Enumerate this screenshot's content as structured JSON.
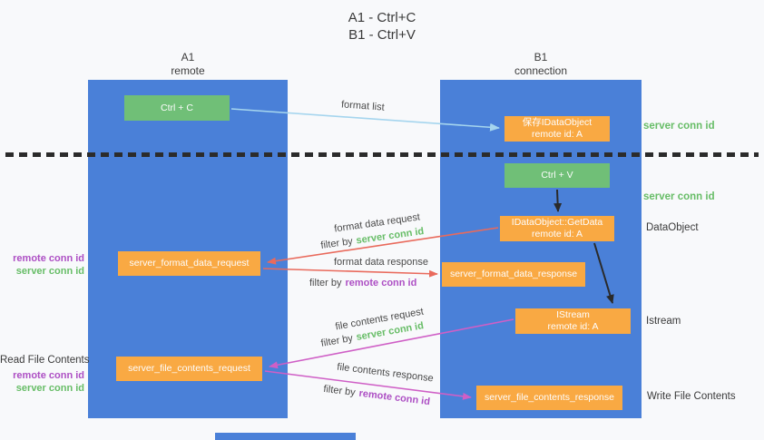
{
  "title": {
    "line1": "A1 - Ctrl+C",
    "line2": "B1 - Ctrl+V"
  },
  "lanes": {
    "a1": {
      "name": "A1",
      "role": "remote"
    },
    "b1": {
      "name": "B1",
      "role": "connection"
    }
  },
  "nodes": {
    "ctrl_c": {
      "label": "Ctrl + C"
    },
    "ctrl_v": {
      "label": "Ctrl + V"
    },
    "save_dataobject": {
      "line1": "保存IDataObject",
      "line2": "remote id: A"
    },
    "getdata": {
      "line1": "IDataObject::GetData",
      "line2": "remote id: A"
    },
    "istream": {
      "line1": "IStream",
      "line2": "remote id: A"
    },
    "format_request": {
      "label": "server_format_data_request"
    },
    "format_response": {
      "label": "server_format_data_response"
    },
    "file_request": {
      "label": "server_file_contents_request"
    },
    "file_response": {
      "label": "server_file_contents_response"
    }
  },
  "arrow_labels": {
    "format_list": "format list",
    "format_data_request": "format data request",
    "format_data_response": "format data response",
    "file_contents_request": "file contents request",
    "file_contents_response": "file contents response",
    "filter_by": "filter by",
    "server_conn_id": "server conn id",
    "remote_conn_id": "remote conn id"
  },
  "side_labels": {
    "right": {
      "server_conn_id_top": "server conn id",
      "server_conn_id_mid": "server conn id",
      "dataobject": "DataObject",
      "istream": "Istream",
      "write_file_contents": "Write File Contents"
    },
    "left": {
      "remote_conn_id_1": "remote conn id",
      "server_conn_id_1": "server conn id",
      "read_file_contents": "Read File Contents",
      "remote_conn_id_2": "remote conn id",
      "server_conn_id_2": "server conn id"
    }
  },
  "colors": {
    "lane_blue": "#4a80d8",
    "node_green": "#70bf77",
    "node_orange": "#f9a943",
    "arrow_blue": "#a5d5ee",
    "arrow_red": "#e96a5c",
    "arrow_magenta": "#cf5fc6",
    "arrow_black": "#2a2a2a",
    "text_green": "#67bd67",
    "text_purple": "#ad4fc4"
  }
}
